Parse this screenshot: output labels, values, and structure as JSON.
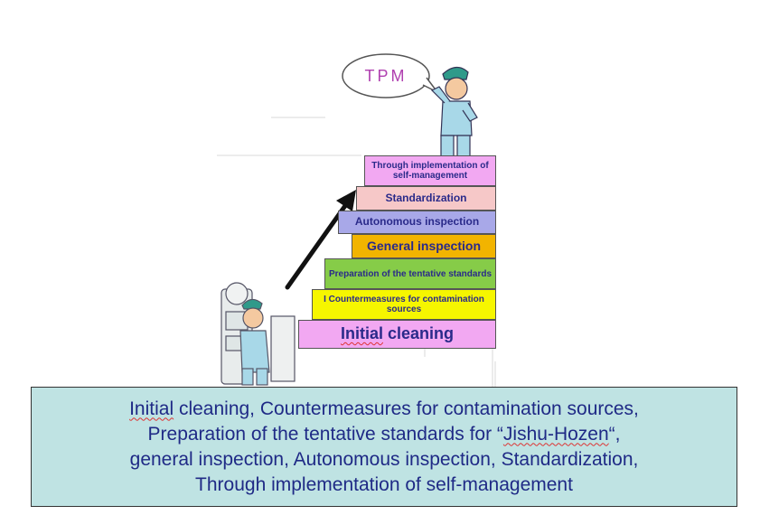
{
  "bubble_text": "TPM",
  "steps": [
    {
      "label": "Through implementation of self-management",
      "color": "#f2a8f2"
    },
    {
      "label": "Standardization",
      "color": "#f6c8c8"
    },
    {
      "label": "Autonomous inspection",
      "color": "#a8a8e8"
    },
    {
      "label": "General inspection",
      "color": "#f2b400"
    },
    {
      "label": "Preparation of the tentative standards",
      "color": "#86cc48"
    },
    {
      "label": "I Countermeasures for contamination sources",
      "color": "#f6f600"
    },
    {
      "label_a": "Initial",
      "label_b": " cleaning",
      "color": "#f2a8f2"
    }
  ],
  "summary": {
    "line1_a": "Initial",
    "line1_b": " cleaning, Countermeasures for contamination sources,",
    "line2_a": "Preparation of the tentative standards for “",
    "line2_b": "Jishu-Hozen",
    "line2_c": "“,",
    "line3": "general inspection, Autonomous inspection, Standardization,",
    "line4": "Through implementation of self-management"
  },
  "colors": {
    "summary_bg": "#bfe3e3",
    "text": "#2a2a8a",
    "arrow": "#111111"
  }
}
